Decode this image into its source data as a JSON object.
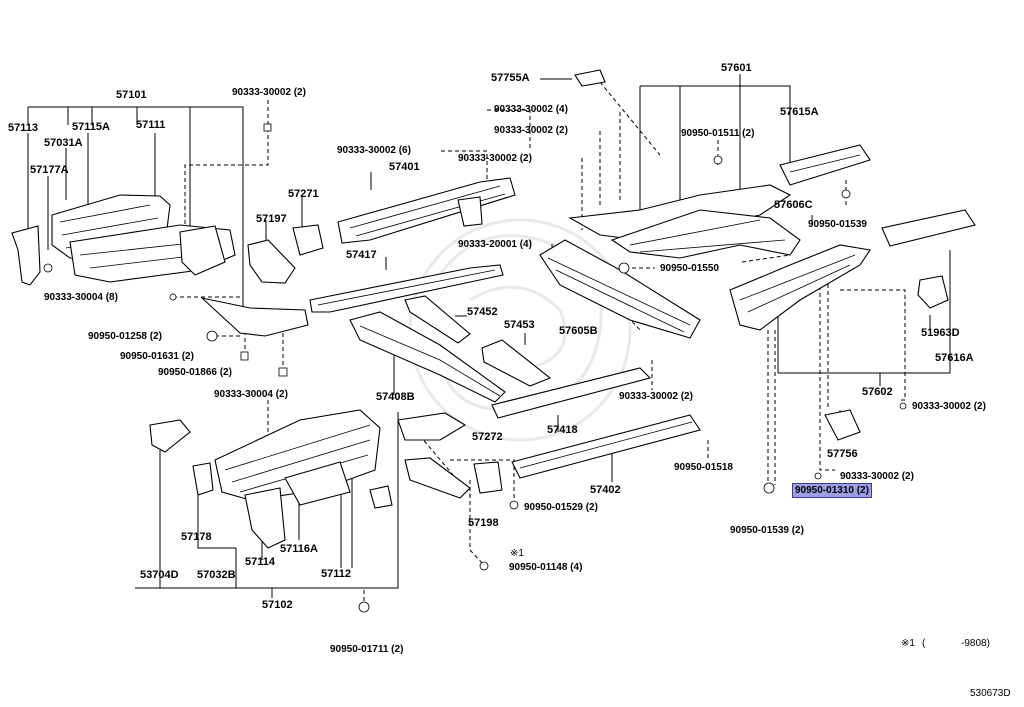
{
  "diagram_id": "530673D",
  "footnote": {
    "marker": "※1",
    "open": "(",
    "range": "-9808)",
    "symbol": "※1"
  },
  "highlight_color": "#9d9ee6",
  "labels": {
    "p57101": "57101",
    "p57113": "57113",
    "p57115A": "57115A",
    "p57111": "57111",
    "p57031A": "57031A",
    "p57177A": "57177A",
    "b9033330002_2_a": "90333-30002 (2)",
    "b9033330002_6": "90333-30002 (6)",
    "p57401": "57401",
    "p57271": "57271",
    "p57197": "57197",
    "p57417": "57417",
    "b9033330004_8": "90333-30004 (8)",
    "b9095001258_2": "90950-01258 (2)",
    "b9095001631_2": "90950-01631 (2)",
    "b9095001866_2": "90950-01866 (2)",
    "p57452": "57452",
    "p57453": "57453",
    "p57408B": "57408B",
    "b9033330004_2": "90333-30004 (2)",
    "p57755A": "57755A",
    "b9033330002_4": "90333-30002 (4)",
    "b9033330002_2_b": "90333-30002 (2)",
    "b9033330002_2_c": "90333-30002 (2)",
    "b9033320001_4": "90333-20001 (4)",
    "p57605B": "57605B",
    "b9095001550": "90950-01550",
    "p57601": "57601",
    "p57615A": "57615A",
    "b9095001511_2": "90950-01511 (2)",
    "p57606C": "57606C",
    "b9095001539": "90950-01539",
    "p51963D": "51963D",
    "p57616A": "57616A",
    "p57602": "57602",
    "b9033330002_2_d": "90333-30002 (2)",
    "b9033330002_2_e": "90333-30002 (2)",
    "p57418": "57418",
    "p57272": "57272",
    "b9095001518": "90950-01518",
    "p57402": "57402",
    "p57756": "57756",
    "b9033330002_2_f": "90333-30002 (2)",
    "b9095001310_2": "90950-01310 (2)",
    "b9095001539_2": "90950-01539 (2)",
    "b9095001529_2": "90950-01529 (2)",
    "p57198": "57198",
    "b9095001148_4": "90950-01148 (4)",
    "p57178": "57178",
    "p57116A": "57116A",
    "p53704D": "53704D",
    "p57032B": "57032B",
    "p57114": "57114",
    "p57112": "57112",
    "p57102": "57102",
    "b9095001711_2": "90950-01711 (2)"
  }
}
